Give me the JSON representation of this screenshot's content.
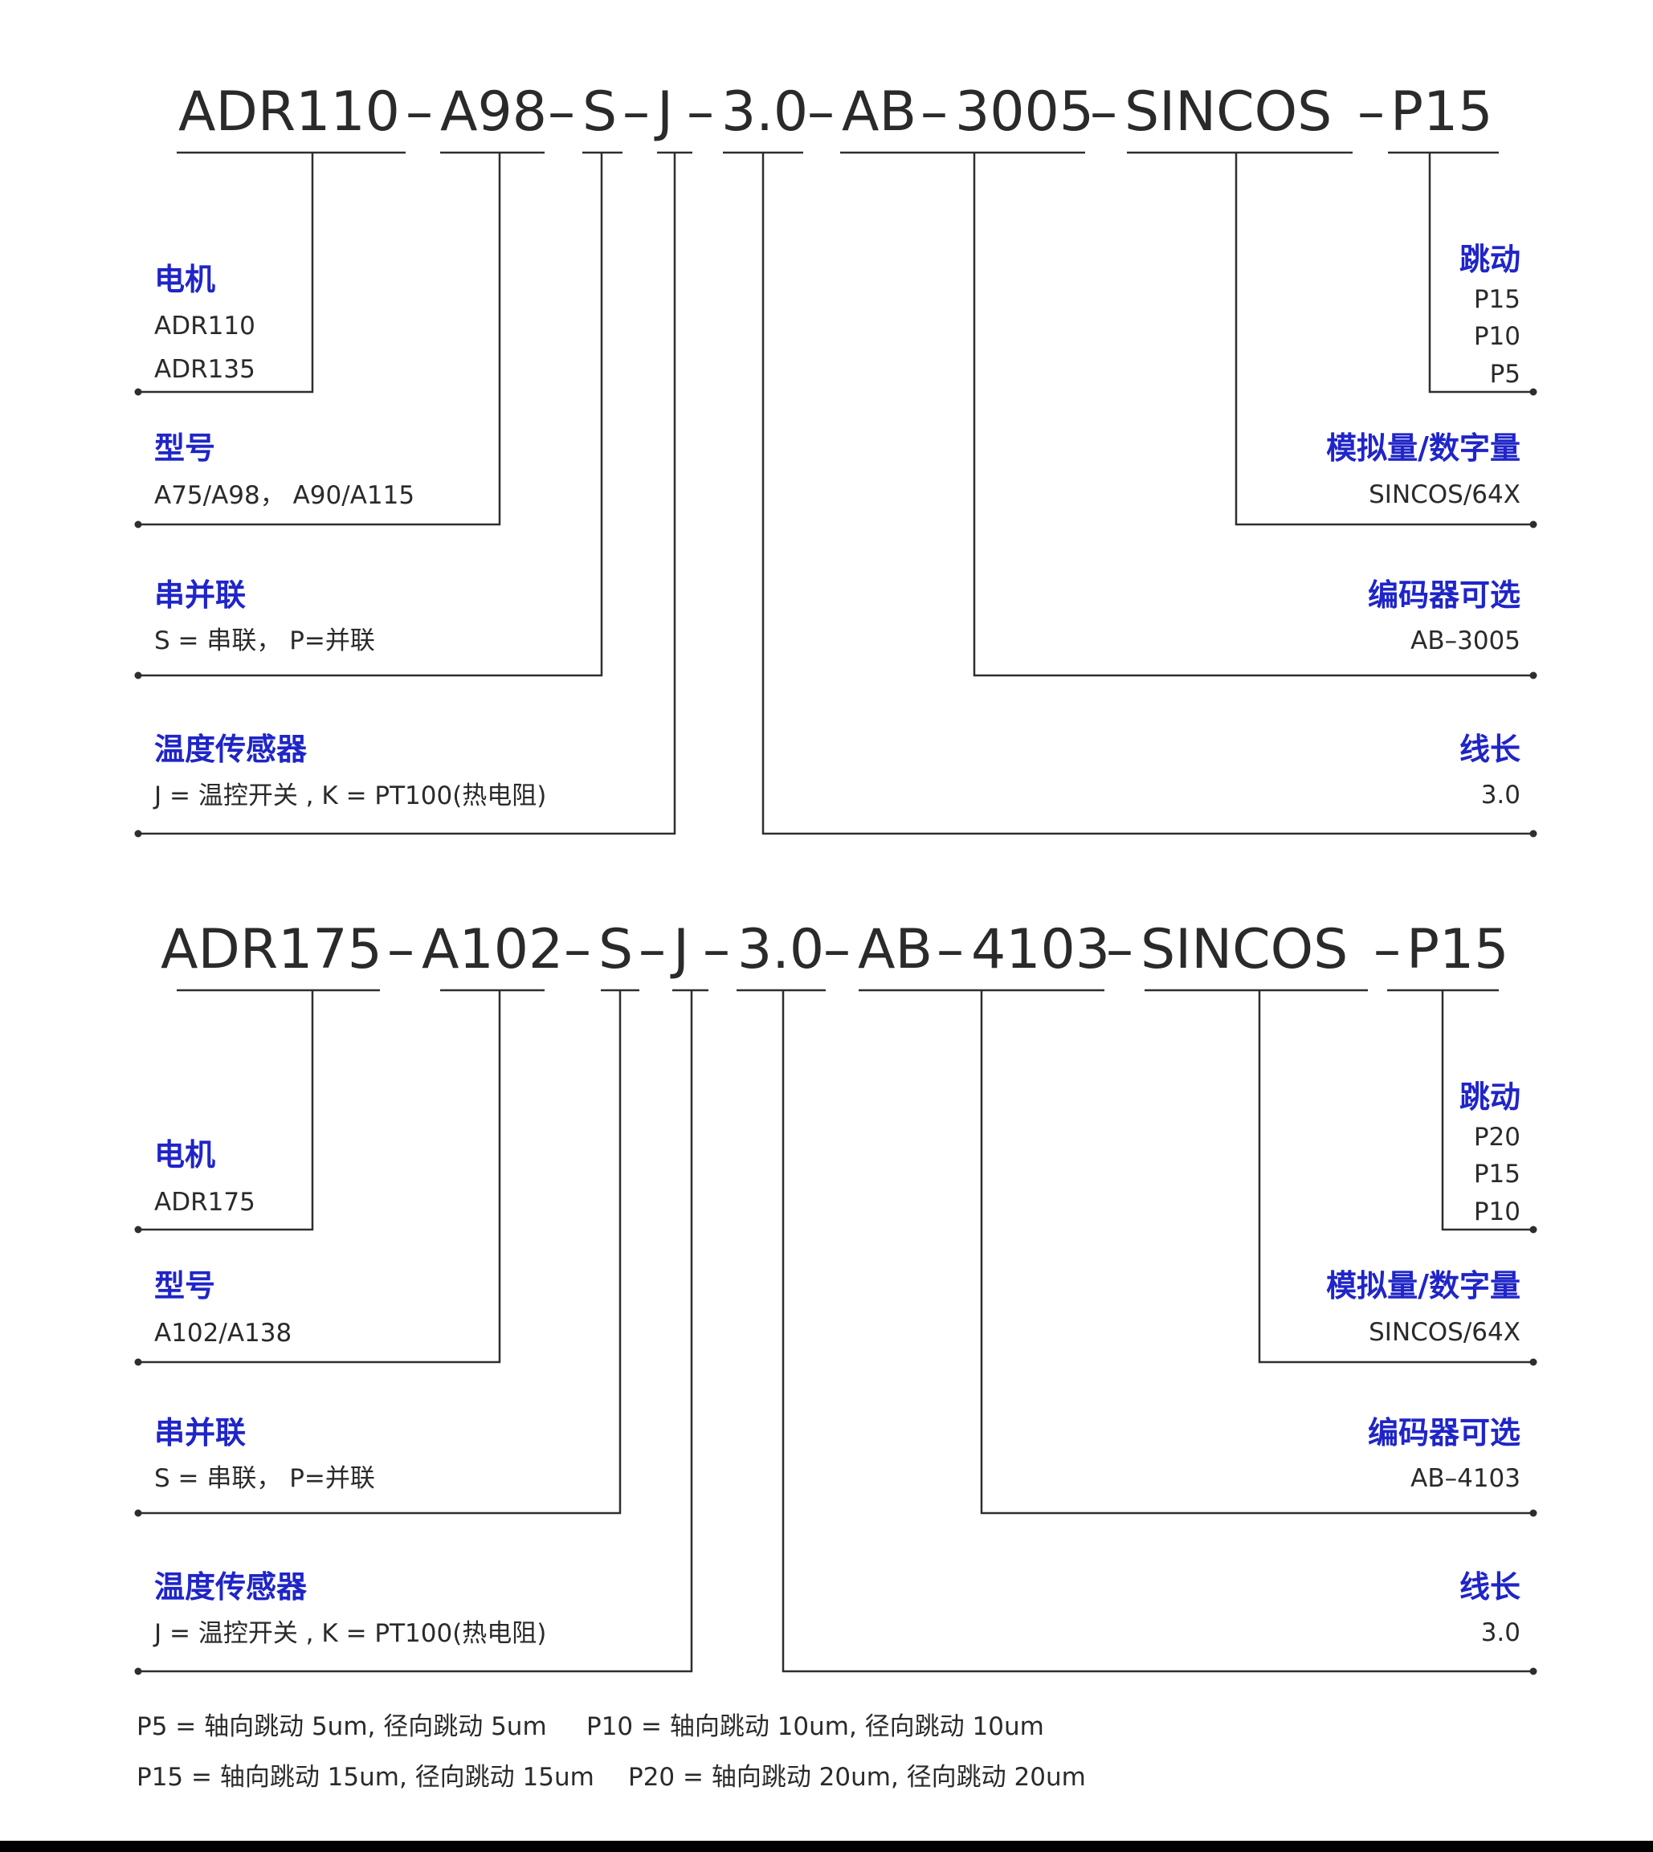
{
  "diagrams": [
    {
      "segments": [
        {
          "text": "ADR110"
        },
        {
          "text": "A98"
        },
        {
          "text": "S"
        },
        {
          "text": "J"
        },
        {
          "text": "3.0"
        },
        {
          "text": "AB"
        },
        {
          "text": "3005"
        },
        {
          "text": "SINCOS"
        },
        {
          "text": "P15"
        }
      ],
      "separator": "–",
      "left_legend": [
        {
          "title": "电机",
          "lines": [
            "ADR110",
            "ADR135"
          ]
        },
        {
          "title": "型号",
          "lines": [
            "A75/A98， A90/A115"
          ]
        },
        {
          "title": "串并联",
          "lines": [
            "S = 串联， P=并联"
          ]
        },
        {
          "title": "温度传感器",
          "lines": [
            "J = 温控开关 , K = PT100(热电阻)"
          ]
        }
      ],
      "right_legend": [
        {
          "title": "跳动",
          "lines": [
            "P15",
            "P10",
            "P5"
          ]
        },
        {
          "title": "模拟量/数字量",
          "lines": [
            "SINCOS/64X"
          ]
        },
        {
          "title": "编码器可选",
          "lines": [
            "AB–3005"
          ]
        },
        {
          "title": "线长",
          "lines": [
            "3.0"
          ]
        }
      ]
    },
    {
      "segments": [
        {
          "text": "ADR175"
        },
        {
          "text": "A102"
        },
        {
          "text": "S"
        },
        {
          "text": "J"
        },
        {
          "text": "3.0"
        },
        {
          "text": "AB"
        },
        {
          "text": "4103"
        },
        {
          "text": "SINCOS"
        },
        {
          "text": "P15"
        }
      ],
      "separator": "–",
      "left_legend": [
        {
          "title": "电机",
          "lines": [
            "ADR175"
          ]
        },
        {
          "title": "型号",
          "lines": [
            "A102/A138"
          ]
        },
        {
          "title": "串并联",
          "lines": [
            "S = 串联， P=并联"
          ]
        },
        {
          "title": "温度传感器",
          "lines": [
            "J = 温控开关 , K = PT100(热电阻)"
          ]
        }
      ],
      "right_legend": [
        {
          "title": "跳动",
          "lines": [
            "P20",
            "P15",
            "P10"
          ]
        },
        {
          "title": "模拟量/数字量",
          "lines": [
            "SINCOS/64X"
          ]
        },
        {
          "title": "编码器可选",
          "lines": [
            "AB–4103"
          ]
        },
        {
          "title": "线长",
          "lines": [
            "3.0"
          ]
        }
      ]
    }
  ],
  "notes": [
    [
      "P5 = 轴向跳动 5um, 径向跳动 5um",
      "P10 = 轴向跳动 10um, 径向跳动 10um"
    ],
    [
      "P15 = 轴向跳动 15um, 径向跳动 15um",
      "P20 = 轴向跳动 20um, 径向跳动 20um"
    ]
  ]
}
